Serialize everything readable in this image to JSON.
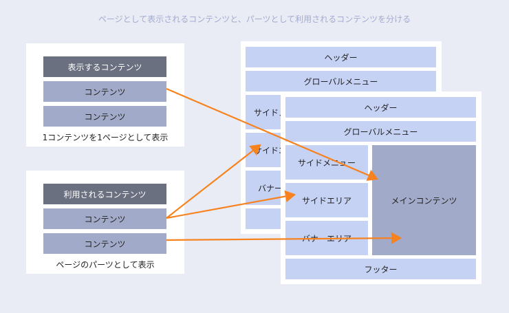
{
  "title": "ページとして表示されるコンテンツと、パーツとして利用されるコンテンツを分ける",
  "group1": {
    "header": "表示するコンテンツ",
    "items": [
      "コンテンツ",
      "コンテンツ"
    ],
    "caption": "1コンテンツを1ページとして表示"
  },
  "group2": {
    "header": "利用されるコンテンツ",
    "items": [
      "コンテンツ",
      "コンテンツ"
    ],
    "caption": "ページのパーツとして表示"
  },
  "back_page": {
    "header": "ヘッダー",
    "global_menu": "グローバルメニュー",
    "side_menu": "サイドメニュー",
    "side_area": "サイドエリア",
    "banner": "バナーエリア"
  },
  "front_page": {
    "header": "ヘッダー",
    "global_menu": "グローバルメニュー",
    "side_menu": "サイドメニュー",
    "side_area": "サイドエリア",
    "banner": "バナーエリア",
    "main": "メインコンテンツ",
    "footer": "フッター"
  },
  "colors": {
    "arrow": "#f7821e"
  }
}
